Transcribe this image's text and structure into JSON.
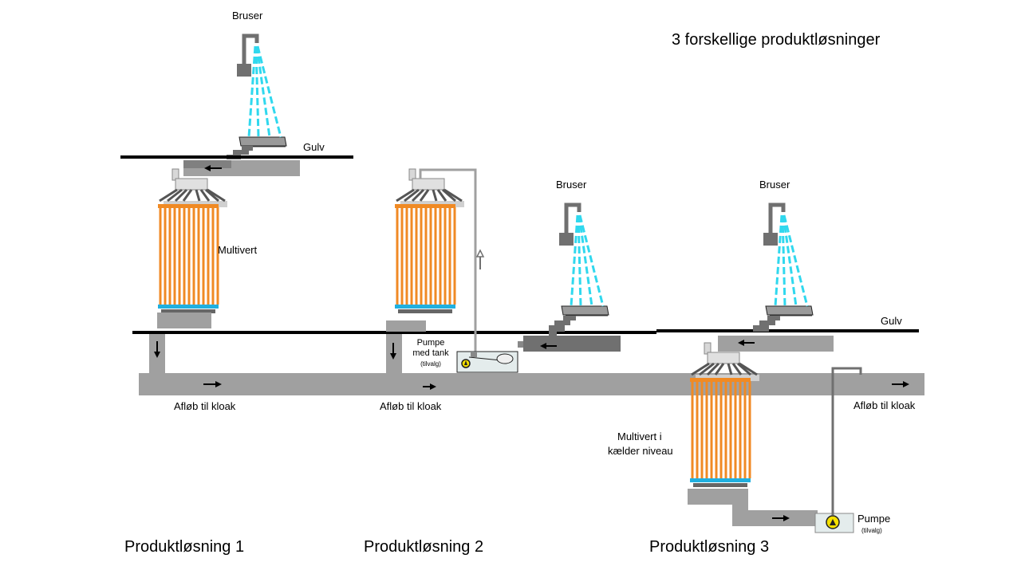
{
  "title": "3 forskellige produktløsninger",
  "labels": {
    "bruser": "Bruser",
    "gulv": "Gulv",
    "multivert": "Multivert",
    "multivert_kaelder_line1": "Multivert i",
    "multivert_kaelder_line2": "kælder niveau",
    "afloeb": "Afløb til kloak",
    "pumpe_tank_line1": "Pumpe",
    "pumpe_tank_line2": "med tank",
    "tilvalg": "(tilvalg)",
    "pumpe": "Pumpe"
  },
  "solutions": [
    {
      "caption": "Produktløsning 1"
    },
    {
      "caption": "Produktløsning 2"
    },
    {
      "caption": "Produktløsning 3"
    }
  ],
  "colors": {
    "pipe": "#a0a0a0",
    "dark_pipe": "#707070",
    "floor": "#000000",
    "tube_orange": "#f08a24",
    "band_cyan": "#20b0e0",
    "spray_cyan": "#30d8ee",
    "cap": "#e0e0e0",
    "pump_yellow": "#f5e000",
    "tank": "#e4ecec"
  },
  "icons": [
    "shower-head-icon",
    "down-arrow-icon",
    "right-arrow-icon",
    "left-arrow-icon",
    "up-arrow-icon",
    "pump-icon"
  ]
}
